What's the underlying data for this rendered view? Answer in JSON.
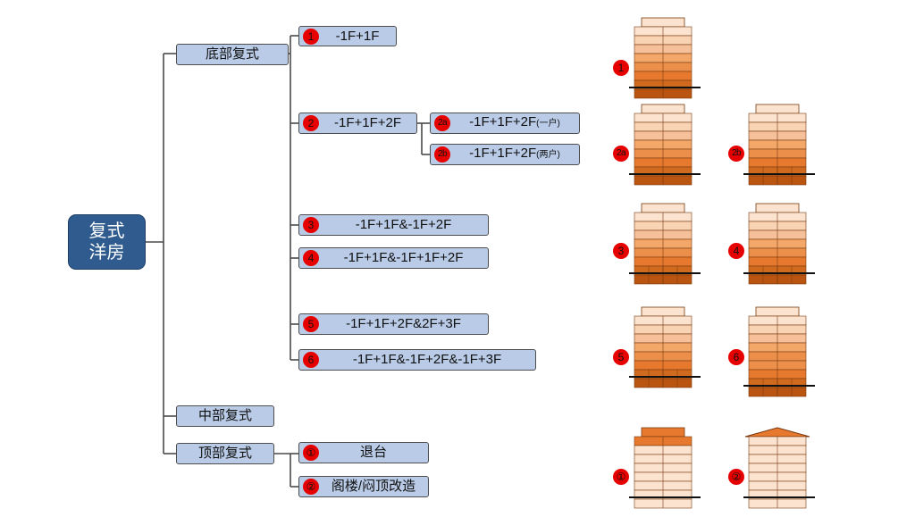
{
  "root": {
    "line1": "复式",
    "line2": "洋房"
  },
  "categories": {
    "bottom": "底部复式",
    "middle": "中部复式",
    "top": "顶部复式"
  },
  "nodes": [
    {
      "id": "1",
      "badge": "1",
      "text": "-1F+1F"
    },
    {
      "id": "2",
      "badge": "2",
      "text": "-1F+1F+2F"
    },
    {
      "id": "2a",
      "badge": "2a",
      "text": "-1F+1F+2F",
      "note": "(一户)"
    },
    {
      "id": "2b",
      "badge": "2b",
      "text": "-1F+1F+2F",
      "note": "(两户)"
    },
    {
      "id": "3",
      "badge": "3",
      "text": "-1F+1F&-1F+2F"
    },
    {
      "id": "4",
      "badge": "4",
      "text": "-1F+1F&-1F+1F+2F"
    },
    {
      "id": "5",
      "badge": "5",
      "text": "-1F+1F+2F&2F+3F"
    },
    {
      "id": "6",
      "badge": "6",
      "text": "-1F+1F&-1F+2F&-1F+3F"
    },
    {
      "id": "t1",
      "badge": "①",
      "text": "退台"
    },
    {
      "id": "t2",
      "badge": "②",
      "text": "阁楼/闷顶改造"
    }
  ],
  "building_badges": [
    "1",
    "2a",
    "2b",
    "3",
    "4",
    "5",
    "6",
    "①",
    "②"
  ],
  "colors": {
    "root": "#2f5b8f",
    "node": "#b9cbe6",
    "badge": "#e60000",
    "floor_light": "#fbe3cf",
    "floor_mid": "#f3a86a",
    "floor_orange": "#e7792e",
    "floor_dark": "#b95511"
  }
}
